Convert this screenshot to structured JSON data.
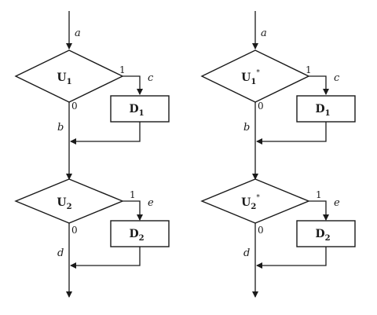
{
  "flowcharts": [
    {
      "edges": {
        "a": "a",
        "b": "b",
        "c": "c",
        "d": "d",
        "e": "e"
      },
      "branch_true": "1",
      "branch_false": "0",
      "conditions": [
        {
          "main": "U",
          "sub": "1",
          "sup": ""
        },
        {
          "main": "U",
          "sub": "2",
          "sup": ""
        }
      ],
      "actions": [
        {
          "main": "D",
          "sub": "1"
        },
        {
          "main": "D",
          "sub": "2"
        }
      ]
    },
    {
      "edges": {
        "a": "a",
        "b": "b",
        "c": "c",
        "d": "d",
        "e": "e"
      },
      "branch_true": "1",
      "branch_false": "0",
      "conditions": [
        {
          "main": "U",
          "sub": "1",
          "sup": "*"
        },
        {
          "main": "U",
          "sub": "2",
          "sup": "*"
        }
      ],
      "actions": [
        {
          "main": "D",
          "sub": "1"
        },
        {
          "main": "D",
          "sub": "2"
        }
      ]
    }
  ]
}
